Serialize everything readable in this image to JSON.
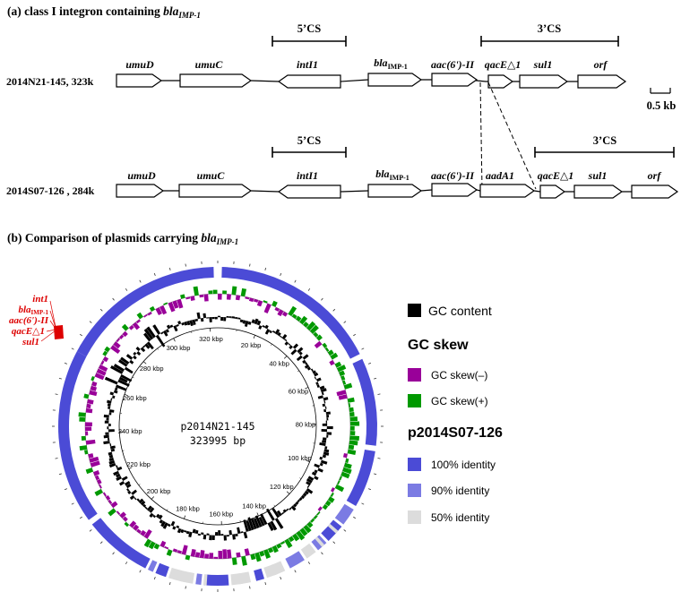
{
  "panel_a": {
    "title_prefix": "(a) class I integron containing ",
    "title_gene": "bla",
    "title_sub": "IMP-1",
    "scale_label": "0.5 kb",
    "track1": {
      "label": "2014N21-145, 323k",
      "bracket_5cs": "5’CS",
      "bracket_3cs": "3’CS",
      "genes": {
        "umuD": "umuD",
        "umuC": "umuC",
        "intI1": "intI1",
        "bla": "bla",
        "bla_sub": "IMP-1",
        "aac": "aac(6')-II",
        "qacE": "qacE△1",
        "sul1": "sul1",
        "orf": "orf"
      }
    },
    "track2": {
      "label": "2014S07-126 , 284k",
      "bracket_5cs": "5’CS",
      "bracket_3cs": "3’CS",
      "genes": {
        "umuD": "umuD",
        "umuC": "umuC",
        "intI1": "intI1",
        "bla": "bla",
        "bla_sub": "IMP-1",
        "aac": "aac(6')-II",
        "aadA1": "aadA1",
        "qacE": "qacE△1",
        "sul1": "sul1",
        "orf": "orf"
      }
    }
  },
  "panel_b": {
    "title_prefix": "(b) Comparison of plasmids carrying ",
    "title_gene": "bla",
    "title_sub": "IMP-1",
    "center_name": "p2014N21-145",
    "center_size": "323995 bp",
    "kbp_ticks": [
      "20 kbp",
      "40 kbp",
      "60 kbp",
      "80 kbp",
      "100 kbp",
      "120 kbp",
      "140 kbp",
      "160 kbp",
      "180 kbp",
      "200 kbp",
      "220 kbp",
      "240 kbp",
      "260 kbp",
      "280 kbp",
      "300 kbp",
      "320 kbp"
    ],
    "annotations": {
      "intI1": "int1",
      "bla": "bla",
      "bla_sub": "IMP-1",
      "aac": "aac(6')-II",
      "qacE": "qacE△1",
      "sul1": "sul1"
    },
    "legend": {
      "gc_content": "GC content",
      "gc_skew_header": "GC skew",
      "gc_skew_neg": "GC skew(–)",
      "gc_skew_pos": "GC skew(+)",
      "plasmid_header": "p2014S07-126",
      "id100": "100% identity",
      "id90": "90% identity",
      "id50": "50% identity"
    },
    "colors": {
      "gc_content": "#000000",
      "gc_skew_neg": "#990099",
      "gc_skew_pos": "#009900",
      "id100": "#4b4bd6",
      "id90": "#7b7be3",
      "id50": "#dcdcdc",
      "annotation": "#dd0000"
    }
  }
}
